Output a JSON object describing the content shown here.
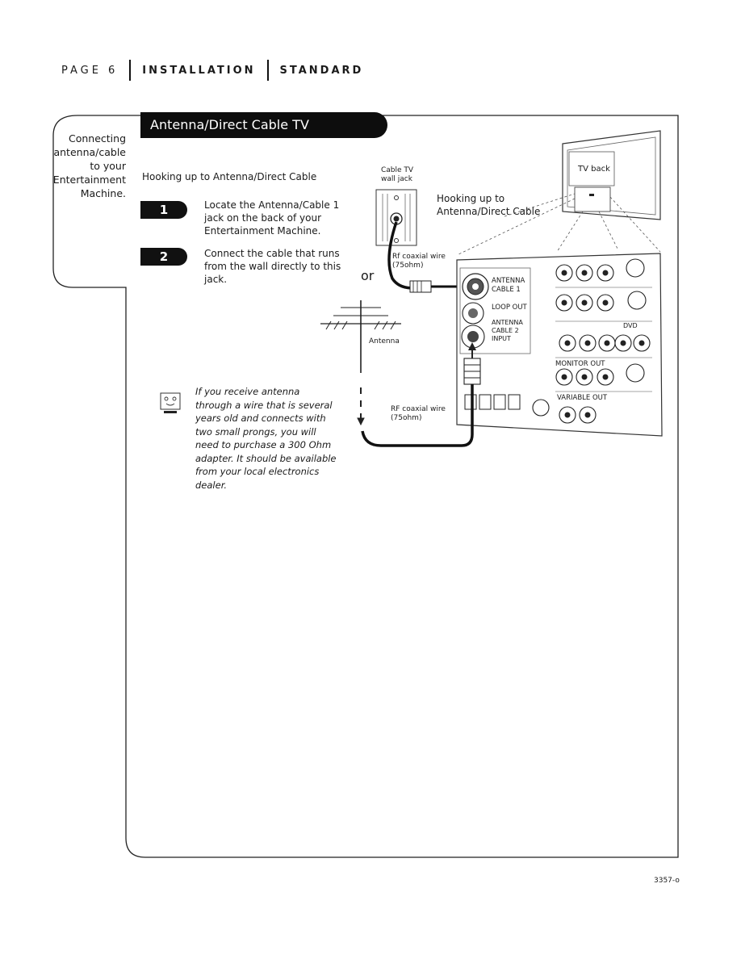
{
  "header": {
    "page_label": "PAGE",
    "page_number": "6",
    "section": "INSTALLATION",
    "subsection": "STANDARD"
  },
  "banner": {
    "title": "Antenna/Direct Cable TV"
  },
  "sidebar": {
    "lines": [
      "Connecting",
      "antenna/cable",
      "to your",
      "Entertainment",
      "Machine."
    ]
  },
  "main": {
    "hookup_title": "Hooking up to Antenna/Direct Cable",
    "steps": [
      {
        "number": "1",
        "text": "Locate the Antenna/Cable 1 jack on the back of your Entertainment Machine."
      },
      {
        "number": "2",
        "text": "Connect the cable that runs from the wall directly to this jack."
      }
    ],
    "or_label": "or",
    "note": "If you receive antenna through a wire that is several years old and connects with two small prongs, you will need to purchase a 300 Ohm adapter. It should be available from your local electronics dealer."
  },
  "diagram": {
    "cable_tv_wall_jack": [
      "Cable TV",
      "wall jack"
    ],
    "hookup_caption": [
      "Hooking up to",
      "Antenna/Direct Cable"
    ],
    "tv_back": "TV back",
    "rf_wire_top": [
      "Rf coaxial wire",
      "(75ohm)"
    ],
    "rf_wire_bottom": [
      "RF coaxial wire",
      "(75ohm)"
    ],
    "antenna": "Antenna",
    "panel_labels": {
      "antenna_cable_1": [
        "ANTENNA",
        "CABLE 1"
      ],
      "loop_out": "LOOP OUT",
      "antenna_cable_2": [
        "ANTENNA",
        "CABLE 2",
        "INPUT"
      ],
      "dvd": "DVD",
      "monitor_out": "MONITOR OUT",
      "variable_out": "VARIABLE OUT"
    }
  },
  "footer": {
    "code": "3357-o"
  }
}
